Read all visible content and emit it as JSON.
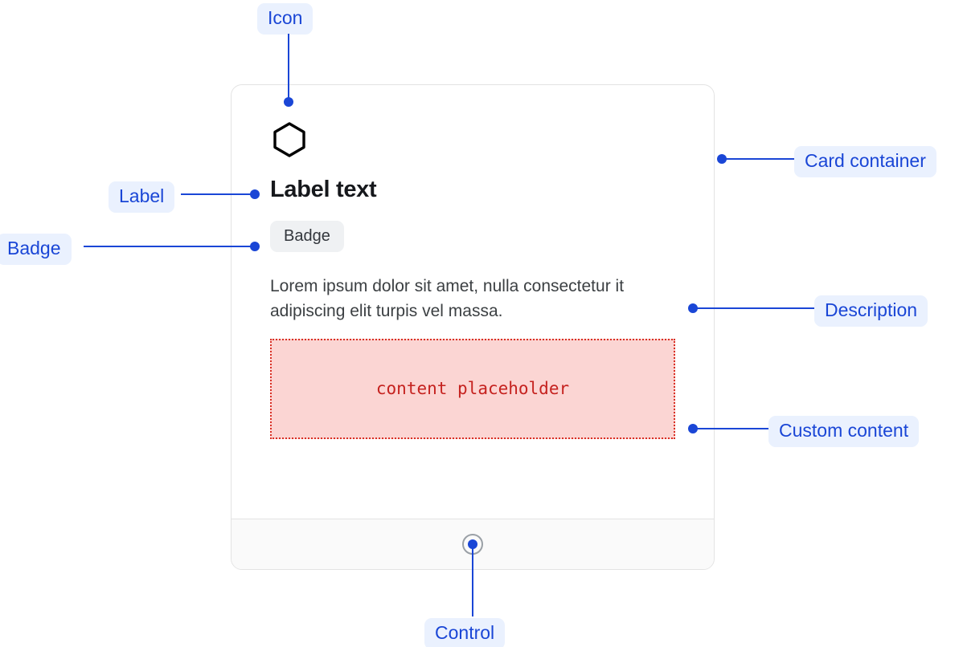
{
  "card": {
    "icon": "hexagon-icon",
    "title": "Label text",
    "badge": "Badge",
    "description": "Lorem ipsum dolor sit amet, nulla consectetur it adipiscing elit turpis vel massa.",
    "placeholder": "content placeholder",
    "control": "control-knob"
  },
  "annotations": {
    "icon": "Icon",
    "label": "Label",
    "badge": "Badge",
    "card_container": "Card container",
    "description": "Description",
    "custom_content": "Custom content",
    "control": "Control"
  },
  "colors": {
    "annotation_text": "#1a46d6",
    "annotation_background": "#eaf1fe",
    "card_border": "#e3e3e3",
    "badge_background": "#eff1f3",
    "placeholder_border": "#d93025",
    "placeholder_background": "#fbd5d3",
    "placeholder_text": "#c5221f",
    "footer_background": "#fafafa"
  }
}
